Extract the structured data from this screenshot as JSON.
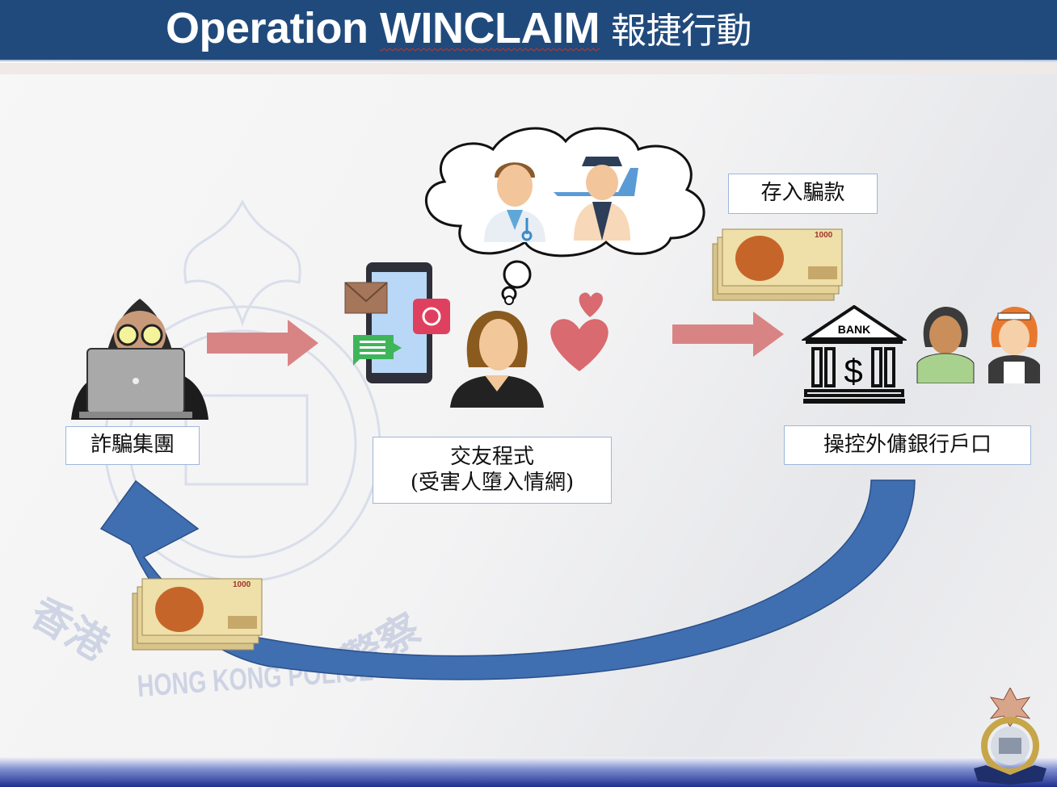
{
  "header": {
    "title_prefix": "Operation",
    "title_code": "WINCLAIM",
    "title_zh": "報捷行動"
  },
  "labels": {
    "syndicate": "詐騙集團",
    "dating_app_line1": "交友程式",
    "dating_app_line2": "(受害人墮入情網)",
    "deposit": "存入騙款",
    "accounts": "操控外傭銀行戶口"
  },
  "icons": {
    "bank_text": "BANK",
    "banknote_value": "1000"
  },
  "watermark": {
    "left": "香港",
    "right": "警察",
    "banner": "HONG KONG POLICE"
  },
  "colors": {
    "header": "#214a7c",
    "pink_arrow": "#d98484",
    "blue_arrow": "#3f6fb0",
    "label_border": "#9fb6dc"
  }
}
